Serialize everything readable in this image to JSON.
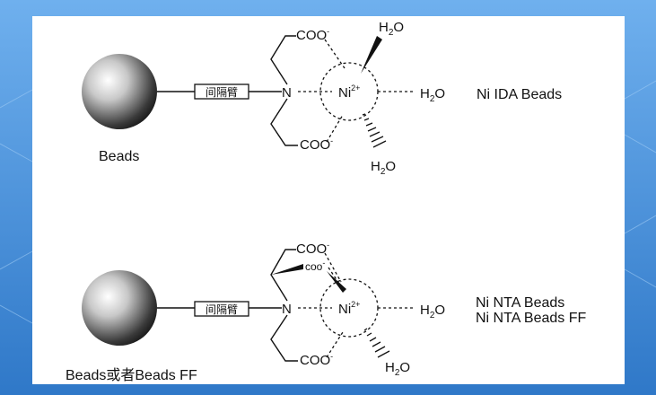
{
  "top": {
    "bead_label": "Beads",
    "spacer_label": "间隔臂",
    "nitrogen": "N",
    "coo_top": "COO",
    "coo_bottom": "COO",
    "coo_charge": "-",
    "metal": "Ni",
    "metal_charge": "2+",
    "water_h": "H",
    "water_o": "O",
    "water_sub": "2",
    "product_name": "Ni IDA Beads"
  },
  "bottom": {
    "bead_label": "Beads或者Beads FF",
    "spacer_label": "间隔臂",
    "nitrogen": "N",
    "coo_top": "COO",
    "coo_middle": "coo",
    "coo_bottom": "COO",
    "coo_charge": "-",
    "metal": "Ni",
    "metal_charge": "2+",
    "water_h": "H",
    "water_o": "O",
    "water_sub": "2",
    "product_name_1": "Ni NTA Beads",
    "product_name_2": "Ni NTA Beads FF"
  },
  "colors": {
    "background": "#4a8fd6",
    "panel": "#ffffff"
  }
}
